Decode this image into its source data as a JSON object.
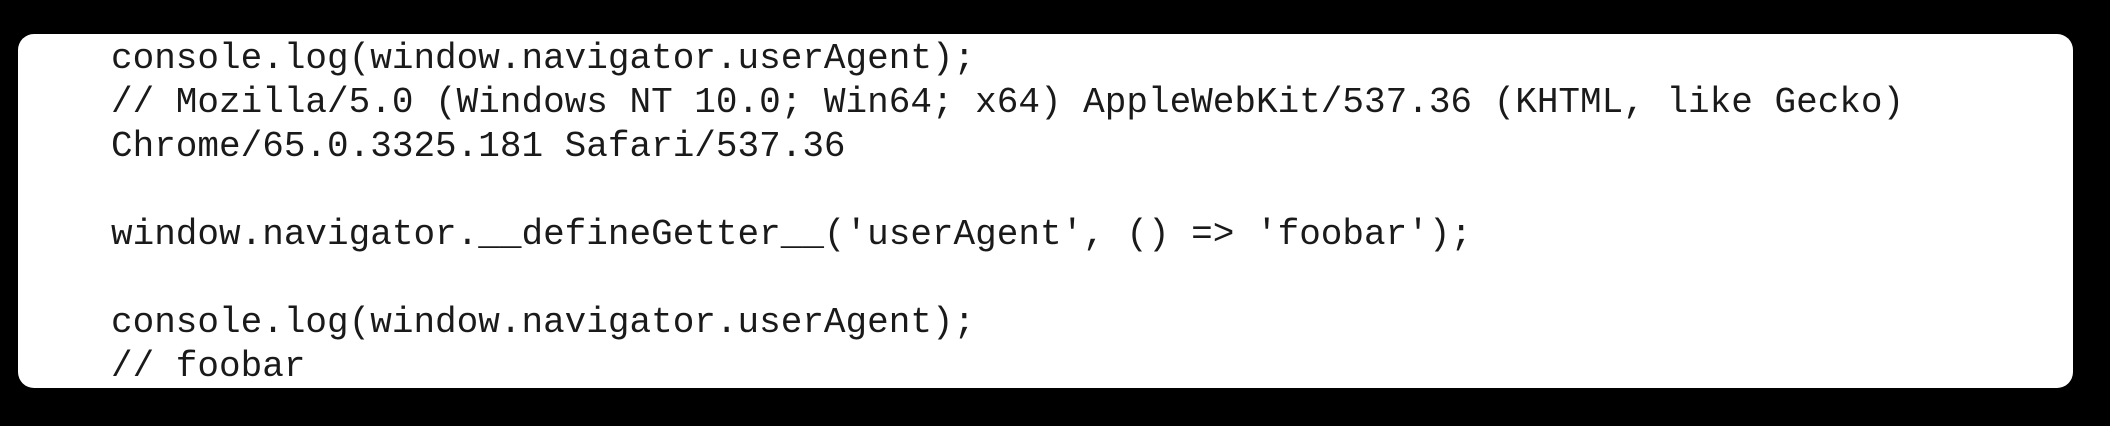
{
  "page": {
    "background_color": "#000000"
  },
  "code_block": {
    "background_color": "#ffffff",
    "text_color": "#1a1a1a",
    "language": "javascript",
    "lines": [
      "console.log(window.navigator.userAgent);",
      "// Mozilla/5.0 (Windows NT 10.0; Win64; x64) AppleWebKit/537.36 (KHTML, like Gecko)",
      "Chrome/65.0.3325.181 Safari/537.36",
      "",
      "window.navigator.__defineGetter__('userAgent', () => 'foobar');",
      "",
      "console.log(window.navigator.userAgent);",
      "// foobar"
    ]
  }
}
